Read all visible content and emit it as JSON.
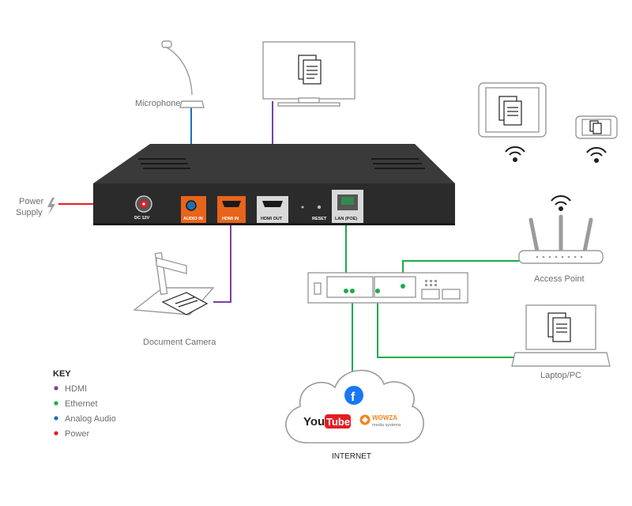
{
  "labels": {
    "microphone": "Microphone",
    "power_supply_line1": "Power",
    "power_supply_line2": "Supply",
    "document_camera": "Document Camera",
    "access_point": "Access Point",
    "laptop": "Laptop/PC",
    "internet": "INTERNET"
  },
  "device_ports": {
    "dc": "DC 12V",
    "audio_in": "AUDIO IN",
    "hdmi_in": "HDMI IN",
    "hdmi_out": "HDMI OUT",
    "reset": "RESET",
    "lan": "LAN (POE)"
  },
  "logos": {
    "youtube_you": "You",
    "youtube_tube": "Tube",
    "wowza_name": "WOWZA",
    "wowza_sub": "media systems",
    "facebook": "f"
  },
  "key": {
    "title": "KEY",
    "items": [
      {
        "label": "HDMI",
        "color": "#7b3fa0"
      },
      {
        "label": "Ethernet",
        "color": "#1aab4b"
      },
      {
        "label": "Analog Audio",
        "color": "#1f6fb5"
      },
      {
        "label": "Power",
        "color": "#e31e24"
      }
    ]
  },
  "colors": {
    "hdmi": "#7b3fa0",
    "ethernet": "#1aab4b",
    "audio": "#1f6fb5",
    "power": "#e31e24",
    "port_orange": "#e8641b",
    "chassis": "#2b2b2b"
  }
}
